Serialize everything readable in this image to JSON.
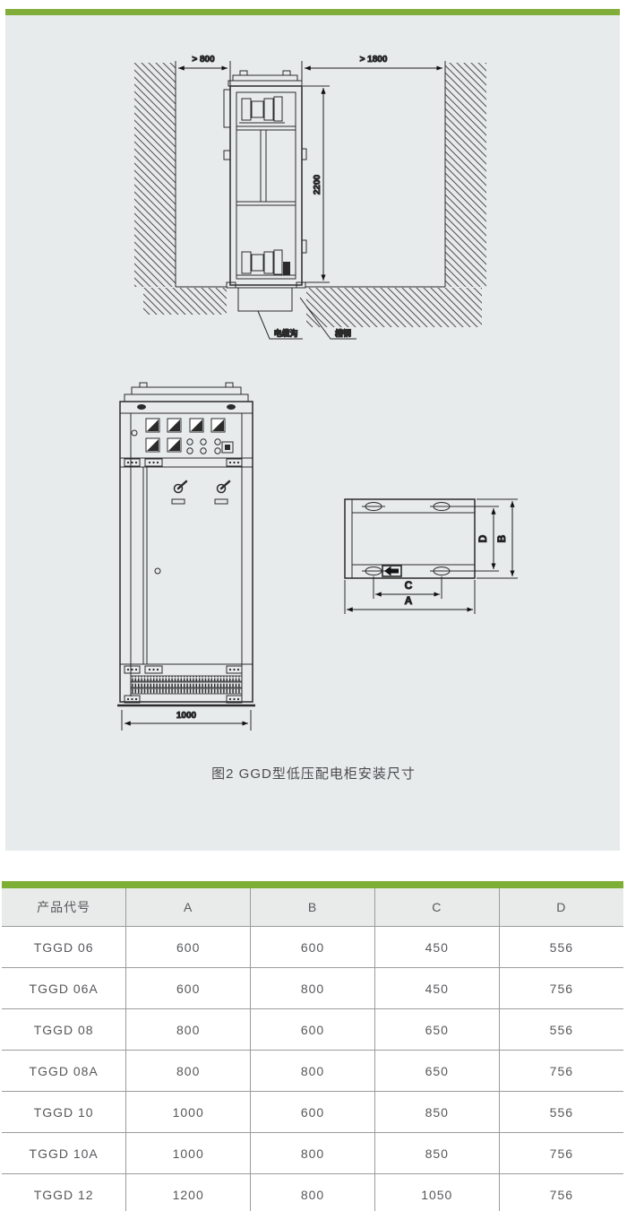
{
  "colors": {
    "accent_green": "#81ad3a",
    "panel_background": "#e7ebec",
    "drawing_line": "#2b2b2b",
    "table_border": "#9b9b9b",
    "table_header_background": "#e9ebeb"
  },
  "figure": {
    "caption": "图2 GGD型低压配电柜安装尺寸",
    "side_view": {
      "left_clearance": "> 800",
      "right_clearance": "> 1800",
      "height": "2200",
      "cable_trench_label": "电缆沟",
      "channel_steel_label": "槽钢"
    },
    "front_view": {
      "width": "1000"
    },
    "plan_view": {
      "a": "A",
      "b": "B",
      "c": "C",
      "d": "D"
    }
  },
  "table": {
    "headers": [
      "产品代号",
      "A",
      "B",
      "C",
      "D"
    ],
    "rows": [
      [
        "TGGD 06",
        "600",
        "600",
        "450",
        "556"
      ],
      [
        "TGGD 06A",
        "600",
        "800",
        "450",
        "756"
      ],
      [
        "TGGD 08",
        "800",
        "600",
        "650",
        "556"
      ],
      [
        "TGGD 08A",
        "800",
        "800",
        "650",
        "756"
      ],
      [
        "TGGD 10",
        "1000",
        "600",
        "850",
        "556"
      ],
      [
        "TGGD 10A",
        "1000",
        "800",
        "850",
        "756"
      ],
      [
        "TGGD 12",
        "1200",
        "800",
        "1050",
        "756"
      ]
    ]
  }
}
